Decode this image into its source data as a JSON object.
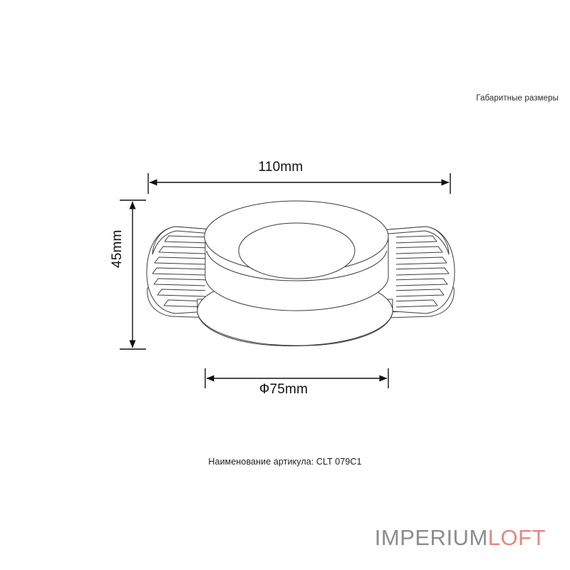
{
  "page": {
    "background": "#ffffff",
    "header_caption": "Габаритные размеры"
  },
  "dimensions": {
    "width": {
      "label": "110mm",
      "value": 110,
      "unit": "mm",
      "orientation": "horizontal",
      "position": "top"
    },
    "height": {
      "label": "45mm",
      "value": 45,
      "unit": "mm",
      "orientation": "vertical",
      "position": "left"
    },
    "diameter": {
      "label": "Ф75mm",
      "value": 75,
      "unit": "mm",
      "symbol": "Ф",
      "orientation": "horizontal",
      "position": "bottom"
    }
  },
  "article": {
    "prefix": "Наименование артикула:",
    "code": "CLT 079C1",
    "full": "Наименование артикула: CLT 079C1"
  },
  "logo": {
    "primary_text": "IMPERIUM",
    "accent_text": "LOFT",
    "primary_color": "#8c8c8c",
    "accent_color": "#e8847e"
  },
  "drawing": {
    "subject": "recessed-ceiling-spotlight",
    "projection": "isometric",
    "line_color": "#3c3c3c",
    "fill_color": "#ffffff",
    "fin_slot_count": 7,
    "parts": [
      "top-rim-ellipse",
      "cylinder-body",
      "inner-cone",
      "lower-flange-ellipse",
      "left-heatsink-fin",
      "right-heatsink-fin"
    ]
  }
}
